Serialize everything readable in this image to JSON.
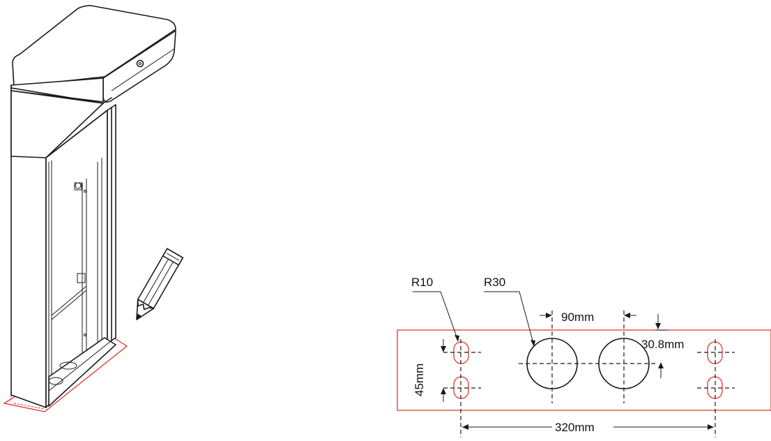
{
  "labels": {
    "r10": "R10",
    "r30": "R30",
    "d90": "90mm",
    "d308": "30.8mm",
    "d45": "45mm",
    "d320": "320mm"
  },
  "colors": {
    "outline": "#1a1a1a",
    "footprint": "#e0281e"
  },
  "icons": {
    "pencil": "pencil-marking-icon"
  }
}
